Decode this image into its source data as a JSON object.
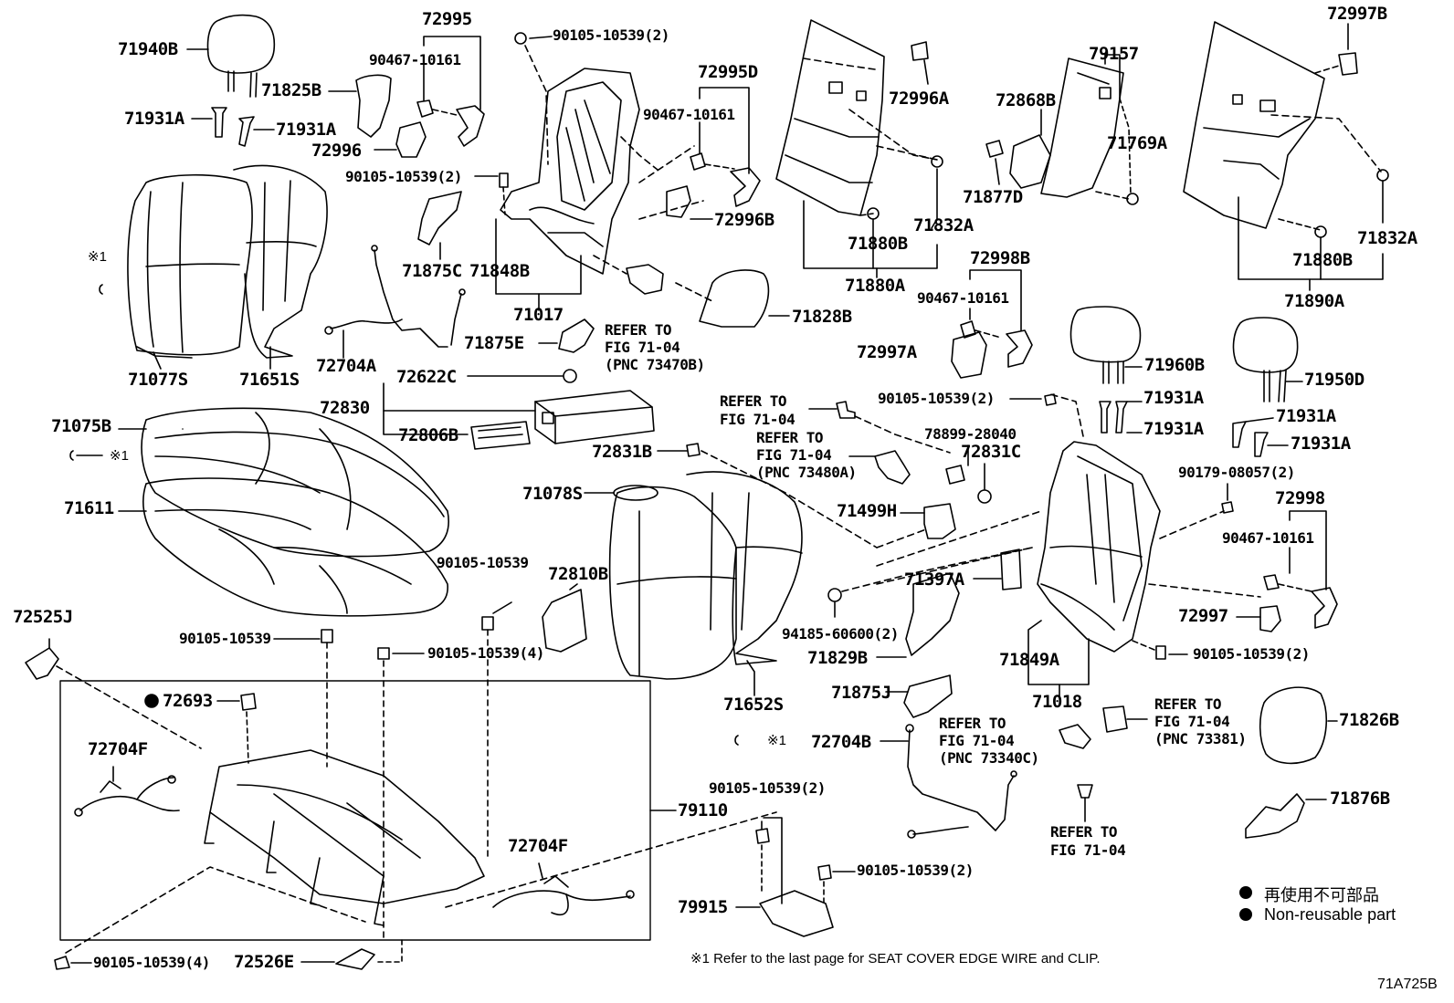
{
  "labels": [
    {
      "id": "p71940B",
      "text": "71940B"
    },
    {
      "id": "p72995",
      "text": "72995"
    },
    {
      "id": "p90105_top",
      "text": "90105-10539(2)"
    },
    {
      "id": "p90467_a",
      "text": "90467-10161"
    },
    {
      "id": "p71825B",
      "text": "71825B"
    },
    {
      "id": "p71931A_1",
      "text": "71931A"
    },
    {
      "id": "p71931A_2",
      "text": "71931A"
    },
    {
      "id": "p72996",
      "text": "72996"
    },
    {
      "id": "p90105_b",
      "text": "90105-10539(2)"
    },
    {
      "id": "p72995D",
      "text": "72995D"
    },
    {
      "id": "p90467_b",
      "text": "90467-10161"
    },
    {
      "id": "p72996B",
      "text": "72996B"
    },
    {
      "id": "p72996A",
      "text": "72996A"
    },
    {
      "id": "p79157",
      "text": "79157"
    },
    {
      "id": "p72868B",
      "text": "72868B"
    },
    {
      "id": "p71769A",
      "text": "71769A"
    },
    {
      "id": "p71877D",
      "text": "71877D"
    },
    {
      "id": "p71832A_1",
      "text": "71832A"
    },
    {
      "id": "p71880B_1",
      "text": "71880B"
    },
    {
      "id": "p71880A",
      "text": "71880A"
    },
    {
      "id": "p72997B",
      "text": "72997B"
    },
    {
      "id": "p71832A_2",
      "text": "71832A"
    },
    {
      "id": "p71880B_2",
      "text": "71880B"
    },
    {
      "id": "p71890A",
      "text": "71890A"
    },
    {
      "id": "p71875C",
      "text": "71875C"
    },
    {
      "id": "p71848B",
      "text": "71848B"
    },
    {
      "id": "p71017",
      "text": "71017"
    },
    {
      "id": "p71875E",
      "text": "71875E"
    },
    {
      "id": "p71828B",
      "text": "71828B"
    },
    {
      "id": "p72704A",
      "text": "72704A"
    },
    {
      "id": "p71077S",
      "text": "71077S"
    },
    {
      "id": "p71651S",
      "text": "71651S"
    },
    {
      "id": "p72998B",
      "text": "72998B"
    },
    {
      "id": "p90467_c",
      "text": "90467-10161"
    },
    {
      "id": "p72997A",
      "text": "72997A"
    },
    {
      "id": "p71960B",
      "text": "71960B"
    },
    {
      "id": "p71950D",
      "text": "71950D"
    },
    {
      "id": "p72622C",
      "text": "72622C"
    },
    {
      "id": "p72830",
      "text": "72830"
    },
    {
      "id": "p72806B",
      "text": "72806B"
    },
    {
      "id": "p72831B",
      "text": "72831B"
    },
    {
      "id": "p90105_c",
      "text": "90105-10539(2)"
    },
    {
      "id": "p71931A_3",
      "text": "71931A"
    },
    {
      "id": "p71931A_4",
      "text": "71931A"
    },
    {
      "id": "p71931A_5",
      "text": "71931A"
    },
    {
      "id": "p71931A_6",
      "text": "71931A"
    },
    {
      "id": "p78899",
      "text": "78899-28040"
    },
    {
      "id": "p72831C",
      "text": "72831C"
    },
    {
      "id": "p71075B",
      "text": "71075B"
    },
    {
      "id": "p71611",
      "text": "71611"
    },
    {
      "id": "p71078S",
      "text": "71078S"
    },
    {
      "id": "p71499H",
      "text": "71499H"
    },
    {
      "id": "p90179",
      "text": "90179-08057(2)"
    },
    {
      "id": "p72998",
      "text": "72998"
    },
    {
      "id": "p90467_d",
      "text": "90467-10161"
    },
    {
      "id": "p90105_d",
      "text": "90105-10539"
    },
    {
      "id": "p72810B",
      "text": "72810B"
    },
    {
      "id": "p71397A",
      "text": "71397A"
    },
    {
      "id": "p72997",
      "text": "72997"
    },
    {
      "id": "p72525J",
      "text": "72525J"
    },
    {
      "id": "p90105_e",
      "text": "90105-10539"
    },
    {
      "id": "p90105_f",
      "text": "90105-10539(4)"
    },
    {
      "id": "p94185",
      "text": "94185-60600(2)"
    },
    {
      "id": "p71829B",
      "text": "71829B"
    },
    {
      "id": "p71849A",
      "text": "71849A"
    },
    {
      "id": "p90105_g",
      "text": "90105-10539(2)"
    },
    {
      "id": "p72693",
      "text": "72693"
    },
    {
      "id": "p71652S",
      "text": "71652S"
    },
    {
      "id": "p71875J",
      "text": "71875J"
    },
    {
      "id": "p71018",
      "text": "71018"
    },
    {
      "id": "p71826B",
      "text": "71826B"
    },
    {
      "id": "p72704F_1",
      "text": "72704F"
    },
    {
      "id": "p72704B",
      "text": "72704B"
    },
    {
      "id": "p90105_h",
      "text": "90105-10539(2)"
    },
    {
      "id": "p79110",
      "text": "79110"
    },
    {
      "id": "p71876B",
      "text": "71876B"
    },
    {
      "id": "p72704F_2",
      "text": "72704F"
    },
    {
      "id": "p90105_i",
      "text": "90105-10539(2)"
    },
    {
      "id": "p79915",
      "text": "79915"
    },
    {
      "id": "p90105_j",
      "text": "90105-10539(4)"
    },
    {
      "id": "p72526E",
      "text": "72526E"
    }
  ],
  "refs": {
    "r1": [
      "REFER TO",
      "FIG 71-04",
      "(PNC 73470B)"
    ],
    "r2": [
      "REFER TO",
      "FIG 71-04"
    ],
    "r3": [
      "REFER TO",
      "FIG 71-04",
      "(PNC 73480A)"
    ],
    "r4": [
      "REFER TO",
      "FIG 71-04",
      "(PNC 73340C)"
    ],
    "r5": [
      "REFER TO",
      "FIG 71-04",
      "(PNC 73381)"
    ],
    "r6": [
      "REFER TO",
      "FIG 71-04"
    ]
  },
  "marks": {
    "x1": "※1",
    "x1_b": "※1",
    "x1_c": "※1"
  },
  "legend": {
    "jp": "再使用不可部品",
    "en": "Non-reusable part"
  },
  "footnote": "※1  Refer to the last page for SEAT COVER EDGE WIRE and CLIP.",
  "figure_code": "71A725B"
}
